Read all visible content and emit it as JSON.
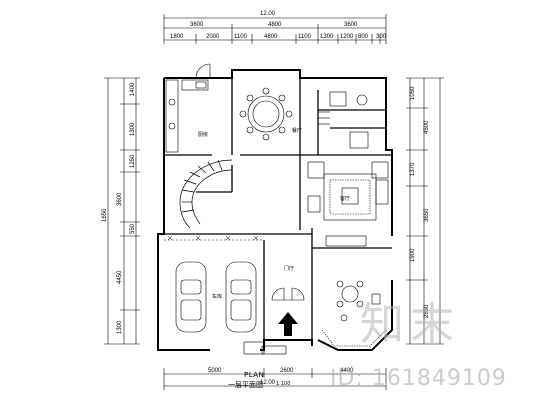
{
  "drawing": {
    "title_en": "PLAN",
    "title_cn": "一层平面图",
    "scale": "1:100",
    "overall_top": "12.00",
    "overall_bottom": "12.00",
    "overall_left": "1650",
    "top_row1": [
      "3600",
      "4800",
      "3600"
    ],
    "top_row2": [
      "1800",
      "2000",
      "1100",
      "4800",
      "1100",
      "1300",
      "1200",
      "800",
      "300"
    ],
    "bottom_row": [
      "5000",
      "2600",
      "4400"
    ],
    "left_dims": [
      "1400",
      "1300",
      "1250",
      "3600",
      "550",
      "4450",
      "1300"
    ],
    "right_dims": [
      "1050",
      "4500",
      "1370",
      "3650",
      "1900",
      "2850"
    ],
    "room_labels": [
      "厨房",
      "餐厅",
      "车库",
      "门厅",
      "客厅"
    ]
  },
  "watermark": {
    "text": "知末",
    "id": "ID: 161849109"
  }
}
